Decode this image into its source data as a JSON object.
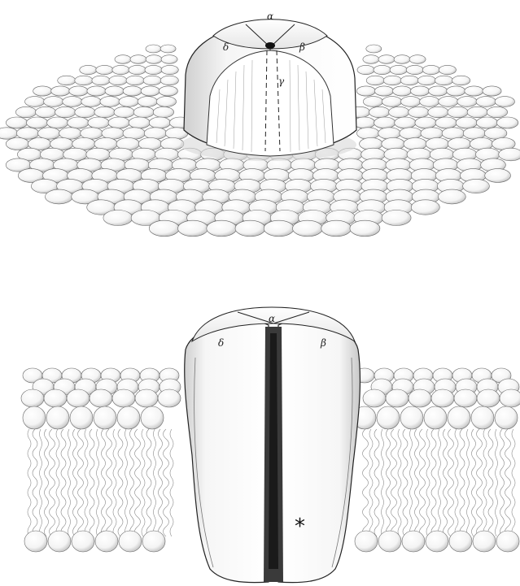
{
  "figure_top": {
    "labels": {
      "alpha": "α",
      "beta": "β",
      "gamma": "γ",
      "delta": "δ"
    }
  },
  "figure_bottom": {
    "labels": {
      "alpha": "α",
      "beta": "β",
      "delta": "δ",
      "asterisk": "*"
    }
  },
  "colors": {
    "ink": "#222222",
    "paper": "#ffffff",
    "shade": "#cfcfcf",
    "dark": "#333333"
  }
}
